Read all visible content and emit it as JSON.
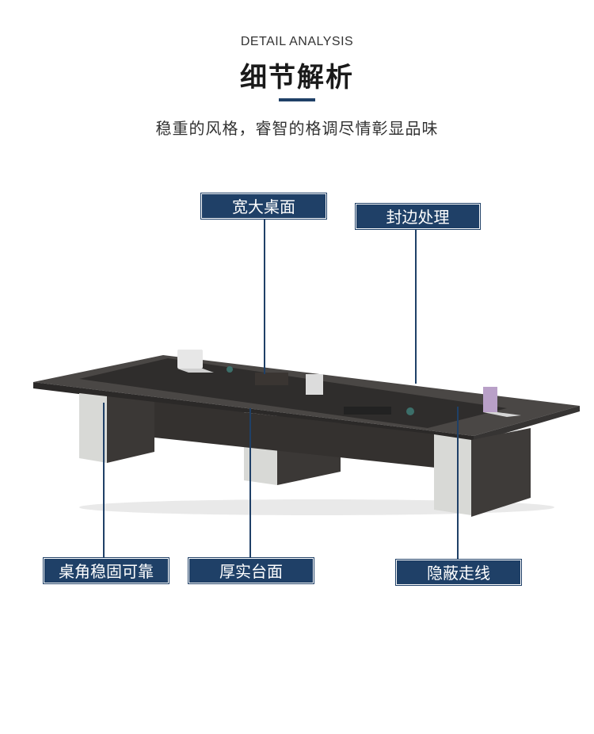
{
  "header": {
    "title_en": "DETAIL ANALYSIS",
    "title_cn": "细节解析",
    "subtitle": "稳重的风格，睿智的格调尽情彰显品味"
  },
  "callouts": {
    "wide_top": "宽大桌面",
    "edge_banding": "封边处理",
    "stable_legs": "桌角稳固可靠",
    "thick_top": "厚实台面",
    "hidden_wiring": "隐蔽走线"
  },
  "colors": {
    "accent": "#1f4067",
    "tabletop": "#3e3b39",
    "panel": "#d8d9d6"
  }
}
